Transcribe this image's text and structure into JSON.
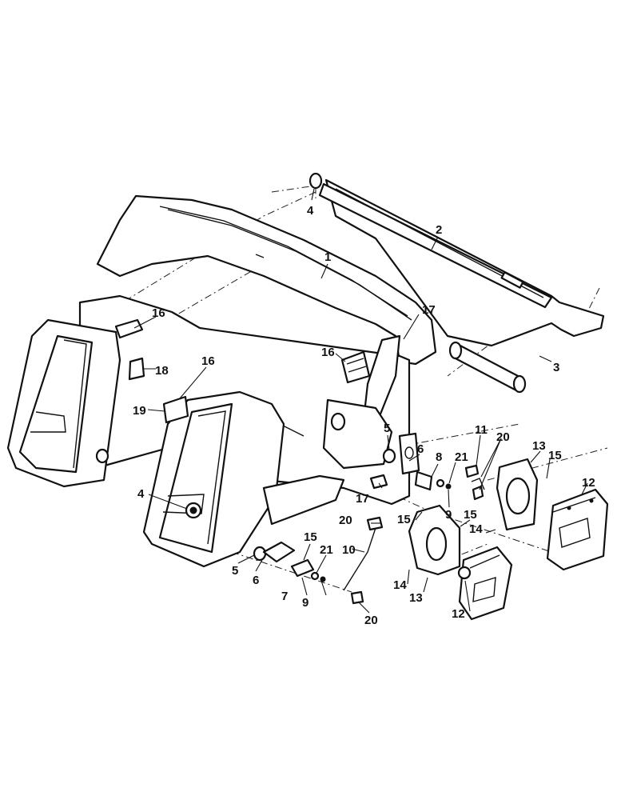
{
  "callouts": [
    {
      "id": "c1",
      "text": "1"
    },
    {
      "id": "c2",
      "text": "2"
    },
    {
      "id": "c3",
      "text": "3"
    },
    {
      "id": "c4a",
      "text": "4"
    },
    {
      "id": "c4b",
      "text": "4"
    },
    {
      "id": "c5a",
      "text": "5"
    },
    {
      "id": "c5b",
      "text": "5"
    },
    {
      "id": "c6a",
      "text": "6"
    },
    {
      "id": "c6b",
      "text": "6"
    },
    {
      "id": "c7",
      "text": "7"
    },
    {
      "id": "c8",
      "text": "8"
    },
    {
      "id": "c9a",
      "text": "9"
    },
    {
      "id": "c9b",
      "text": "9"
    },
    {
      "id": "c10",
      "text": "10"
    },
    {
      "id": "c11",
      "text": "11"
    },
    {
      "id": "c12a",
      "text": "12"
    },
    {
      "id": "c12b",
      "text": "12"
    },
    {
      "id": "c13a",
      "text": "13"
    },
    {
      "id": "c13b",
      "text": "13"
    },
    {
      "id": "c14a",
      "text": "14"
    },
    {
      "id": "c14b",
      "text": "14"
    },
    {
      "id": "c15a",
      "text": "15"
    },
    {
      "id": "c15b",
      "text": "15"
    },
    {
      "id": "c15c",
      "text": "15"
    },
    {
      "id": "c15d",
      "text": "15"
    },
    {
      "id": "c16a",
      "text": "16"
    },
    {
      "id": "c16b",
      "text": "16"
    },
    {
      "id": "c16c",
      "text": "16"
    },
    {
      "id": "c17a",
      "text": "17"
    },
    {
      "id": "c17b",
      "text": "17"
    },
    {
      "id": "c18",
      "text": "18"
    },
    {
      "id": "c19",
      "text": "19"
    },
    {
      "id": "c20a",
      "text": "20"
    },
    {
      "id": "c20b",
      "text": "20"
    },
    {
      "id": "c20c",
      "text": "20"
    },
    {
      "id": "c21a",
      "text": "21"
    },
    {
      "id": "c21b",
      "text": "21"
    }
  ]
}
